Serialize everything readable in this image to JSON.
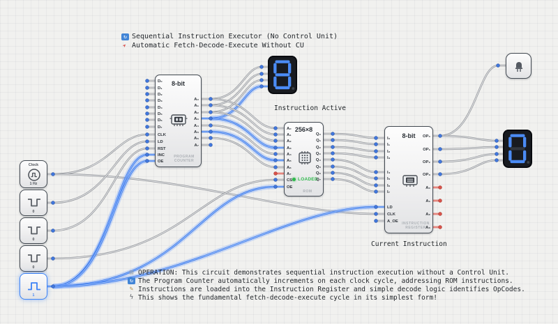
{
  "annotations": {
    "top": [
      {
        "icon": "refresh-icon",
        "text": "Sequential Instruction Executor (No Control Unit)"
      },
      {
        "icon": "rocket-icon",
        "text": "Automatic Fetch-Decode-Execute Without CU"
      }
    ],
    "bottom": [
      {
        "icon": "notepad-icon",
        "text": "OPERATION: This circuit demonstrates sequential instruction execution without a Control Unit."
      },
      {
        "icon": "refresh-icon",
        "text": "The Program Counter automatically increments on each clock cycle, addressing ROM instructions."
      },
      {
        "icon": "memo-icon",
        "text": "Instructions are loaded into the Instruction Register and simple decode logic identifies OpCodes."
      },
      {
        "icon": "zap-icon",
        "text": "This shows the fundamental fetch-decode-execute cycle in its simplest form!"
      }
    ]
  },
  "clock": {
    "label": "Clock",
    "frequency": "1 Hz"
  },
  "buttons": [
    {
      "value": "0",
      "active": false
    },
    {
      "value": "0",
      "active": false
    },
    {
      "value": "0",
      "active": false
    },
    {
      "value": "1",
      "active": true
    }
  ],
  "program_counter": {
    "title": "8-bit",
    "name_line1": "PROGRAM",
    "name_line2": "COUNTER",
    "pins_left": [
      "D₀",
      "D₁",
      "D₂",
      "D₃",
      "D₄",
      "D₅",
      "D₆",
      "D₇",
      "CLK",
      "LD",
      "RST",
      "INC",
      "OE"
    ],
    "pins_right": [
      "A₀",
      "A₁",
      "A₂",
      "A₃",
      "A₄",
      "A₅",
      "A₆",
      "A₇"
    ]
  },
  "rom": {
    "title": "256×8",
    "status": "LOADED",
    "name": "ROM",
    "pins_left": [
      "A₀",
      "A₁",
      "A₂",
      "A₃",
      "A₄",
      "A₅",
      "A₆",
      "A₇",
      "CS",
      "OE"
    ],
    "pins_right": [
      "Q₀",
      "Q₁",
      "Q₂",
      "Q₃",
      "Q₄",
      "Q₅",
      "Q₆",
      "Q₇"
    ]
  },
  "instruction_register": {
    "title": "8-bit",
    "name_line1": "INSTRUCTION",
    "name_line2": "REGISTER",
    "pins_left": [
      "I₀",
      "I₁",
      "I₂",
      "I₃",
      "I₄",
      "I₅",
      "I₆",
      "I₇",
      "LD",
      "CLK",
      "A_OE"
    ],
    "pins_right": [
      "OP₀",
      "OP₁",
      "OP₂",
      "OP₃",
      "A₀",
      "A₁",
      "A₂",
      "A₃"
    ]
  },
  "displays": [
    {
      "digit": "8",
      "lit": [
        "a",
        "b",
        "c",
        "d",
        "e",
        "f",
        "g"
      ],
      "label": "Instruction Active"
    },
    {
      "digit": "0",
      "lit": [
        "a",
        "b",
        "c",
        "d",
        "e",
        "f"
      ],
      "label": ""
    }
  ],
  "ir_label": "Current Instruction",
  "colors": {
    "wire_low": "#8f9297",
    "wire_high": "#2f6fe4",
    "wire_error": "#d9534a",
    "pin_dot": "#4177dd",
    "segment_on": "#4b8cf5",
    "segment_off": "#31363d",
    "status_loaded": "#2eb84b",
    "accent": "#3b82f6"
  },
  "wires": [
    {
      "from": "clock:0",
      "to": "pc_l:8",
      "state": "low"
    },
    {
      "from": "clock:0",
      "to": "ir_l:9",
      "state": "low"
    },
    {
      "from": "btn0:0",
      "to": "pc_l:9",
      "state": "low"
    },
    {
      "from": "btn1:0",
      "to": "pc_l:10",
      "state": "low"
    },
    {
      "from": "btn2:0",
      "to": "rom_l:8",
      "state": "low"
    },
    {
      "from": "btn3:0",
      "to": "pc_l:11",
      "state": "high"
    },
    {
      "from": "btn3:0",
      "to": "pc_l:12",
      "state": "high"
    },
    {
      "from": "btn3:0",
      "to": "rom_l:9",
      "state": "high"
    },
    {
      "from": "btn3:0",
      "to": "ir_l:8",
      "state": "high"
    },
    {
      "from": "pc_r:0",
      "to": "d1:0",
      "state": "low"
    },
    {
      "from": "pc_r:1",
      "to": "d1:1",
      "state": "low"
    },
    {
      "from": "pc_r:2",
      "to": "d1:2",
      "state": "low"
    },
    {
      "from": "pc_r:3",
      "to": "d1:3",
      "state": "high"
    },
    {
      "from": "pc_r:0",
      "to": "rom_l:0",
      "state": "low"
    },
    {
      "from": "pc_r:1",
      "to": "rom_l:1",
      "state": "low"
    },
    {
      "from": "pc_r:2",
      "to": "rom_l:2",
      "state": "low"
    },
    {
      "from": "pc_r:3",
      "to": "rom_l:3",
      "state": "high"
    },
    {
      "from": "pc_r:4",
      "to": "rom_l:4",
      "state": "low"
    },
    {
      "from": "pc_r:5",
      "to": "rom_l:5",
      "state": "high"
    },
    {
      "from": "pc_r:6",
      "to": "rom_l:6",
      "state": "low"
    },
    {
      "from": "rom_r:0",
      "to": "ir_l:0",
      "state": "low"
    },
    {
      "from": "rom_r:1",
      "to": "ir_l:1",
      "state": "low"
    },
    {
      "from": "rom_r:2",
      "to": "ir_l:2",
      "state": "low"
    },
    {
      "from": "rom_r:3",
      "to": "ir_l:3",
      "state": "low"
    },
    {
      "from": "rom_r:4",
      "to": "ir_l:4",
      "state": "low"
    },
    {
      "from": "rom_r:5",
      "to": "ir_l:5",
      "state": "low"
    },
    {
      "from": "rom_r:6",
      "to": "ir_l:6",
      "state": "low"
    },
    {
      "from": "rom_r:7",
      "to": "ir_l:7",
      "state": "low"
    },
    {
      "from": "ir_r:0",
      "to": "led:0",
      "state": "low"
    },
    {
      "from": "ir_r:0",
      "to": "d2:0",
      "state": "low"
    },
    {
      "from": "ir_r:1",
      "to": "d2:1",
      "state": "low"
    },
    {
      "from": "ir_r:2",
      "to": "d2:2",
      "state": "low"
    },
    {
      "from": "ir_r:3",
      "to": "d2:3",
      "state": "low"
    }
  ],
  "error_pins": [
    "rom_l:7",
    "ir_r:4",
    "ir_r:5",
    "ir_r:6",
    "ir_r:7"
  ]
}
